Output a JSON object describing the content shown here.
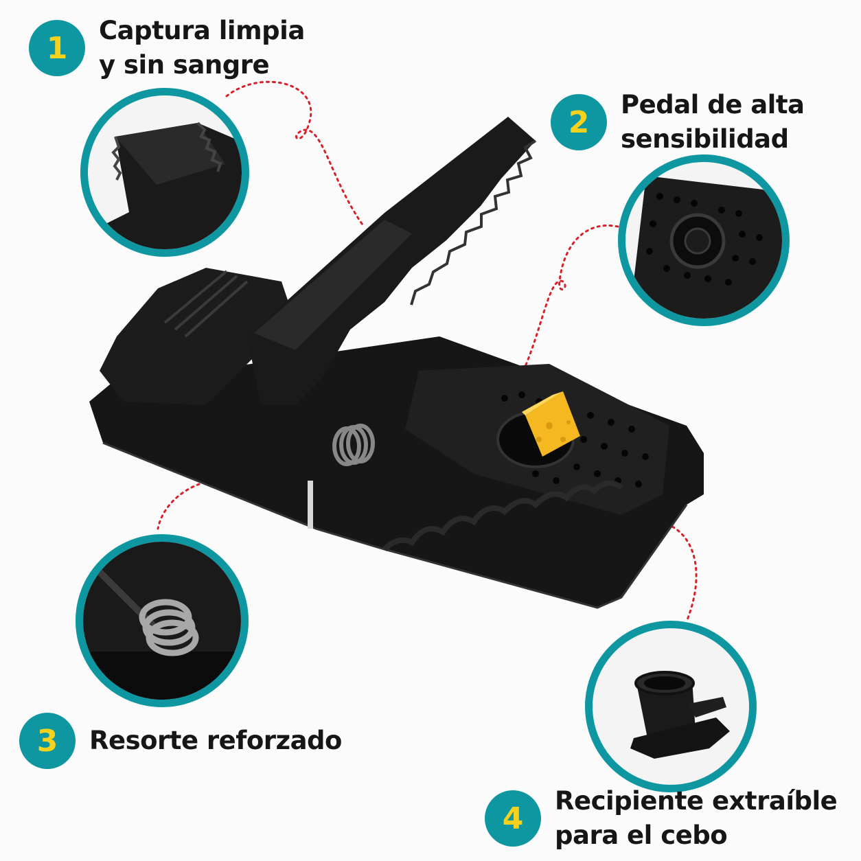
{
  "features": [
    {
      "number": "1",
      "line1": "Captura limpia",
      "line2": "y sin sangre"
    },
    {
      "number": "2",
      "line1": "Pedal de alta",
      "line2": "sensibilidad"
    },
    {
      "number": "3",
      "line1": "Resorte reforzado",
      "line2": ""
    },
    {
      "number": "4",
      "line1": "Recipiente extraíble",
      "line2": "para el cebo"
    }
  ],
  "colors": {
    "accent": "#0e97a0",
    "number": "#f6d21c",
    "dots": "#d6202a",
    "product": "#141414",
    "cheese": "#f5b820"
  }
}
